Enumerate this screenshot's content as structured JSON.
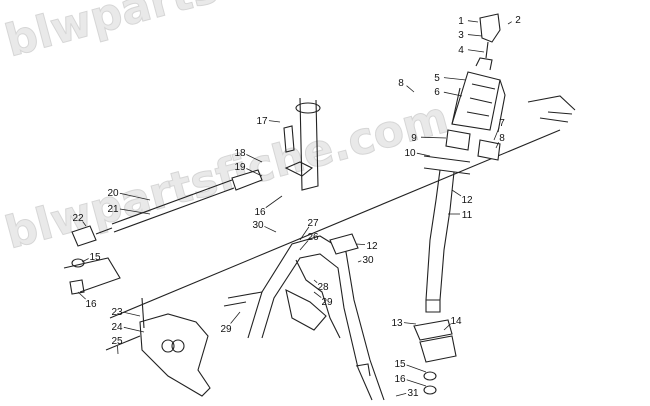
{
  "watermark": "blwpartsfiche.com",
  "callouts": [
    {
      "label": "1"
    },
    {
      "label": "2"
    },
    {
      "label": "3"
    },
    {
      "label": "4"
    },
    {
      "label": "5"
    },
    {
      "label": "6"
    },
    {
      "label": "8"
    },
    {
      "label": "7"
    },
    {
      "label": "8"
    },
    {
      "label": "9"
    },
    {
      "label": "10"
    },
    {
      "label": "12"
    },
    {
      "label": "11"
    },
    {
      "label": "17"
    },
    {
      "label": "18"
    },
    {
      "label": "19"
    },
    {
      "label": "20"
    },
    {
      "label": "21"
    },
    {
      "label": "22"
    },
    {
      "label": "15"
    },
    {
      "label": "16"
    },
    {
      "label": "16"
    },
    {
      "label": "30"
    },
    {
      "label": "27"
    },
    {
      "label": "26"
    },
    {
      "label": "12"
    },
    {
      "label": "30"
    },
    {
      "label": "28"
    },
    {
      "label": "29"
    },
    {
      "label": "29"
    },
    {
      "label": "23"
    },
    {
      "label": "24"
    },
    {
      "label": "25"
    },
    {
      "label": "13"
    },
    {
      "label": "14"
    },
    {
      "label": "15"
    },
    {
      "label": "16"
    },
    {
      "label": "31"
    }
  ]
}
